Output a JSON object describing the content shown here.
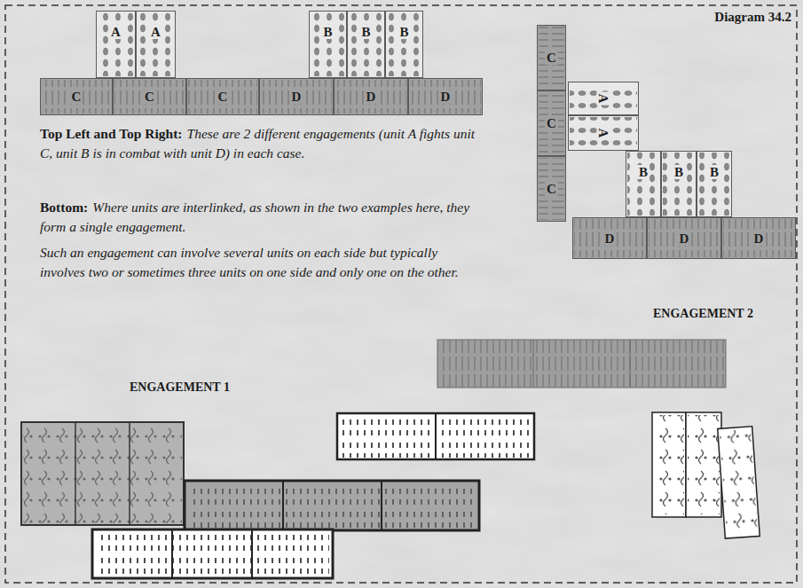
{
  "diagram": {
    "title": "Diagram 34.2",
    "nodes": [
      {
        "text": [
          "A"
        ]
      },
      {
        "text": [
          "A"
        ]
      },
      {
        "text": [
          "B"
        ]
      },
      {
        "text": [
          "B"
        ]
      },
      {
        "text": [
          "B"
        ]
      },
      {
        "text": [
          "C"
        ]
      },
      {
        "text": [
          "C"
        ]
      },
      {
        "text": [
          "C"
        ]
      },
      {
        "text": [
          "D"
        ]
      },
      {
        "text": [
          "D"
        ]
      },
      {
        "text": [
          "D"
        ]
      },
      {
        "text": [
          "C"
        ]
      },
      {
        "text": [
          "C"
        ]
      },
      {
        "text": [
          "C"
        ]
      },
      {
        "text": [
          "A"
        ]
      },
      {
        "text": [
          "A"
        ]
      },
      {
        "text": [
          "B"
        ]
      },
      {
        "text": [
          "B"
        ]
      },
      {
        "text": [
          "B"
        ]
      },
      {
        "text": [
          "D"
        ]
      },
      {
        "text": [
          "D"
        ]
      },
      {
        "text": [
          "D"
        ]
      }
    ],
    "labels": [
      "Top Left and Top Right:",
      "These are 2 different engagements (unit A fights unit C, unit B is in combat with unit D) in each case.",
      "Bottom:",
      "Where units are interlinked, as shown in the two examples here, they form a single engagement.",
      "Such an engagement can involve several units on each side but typically involves two or sometimes three units on one side and only one on the other.",
      "ENGAGEMENT 2",
      "ENGAGEMENT 1"
    ]
  }
}
